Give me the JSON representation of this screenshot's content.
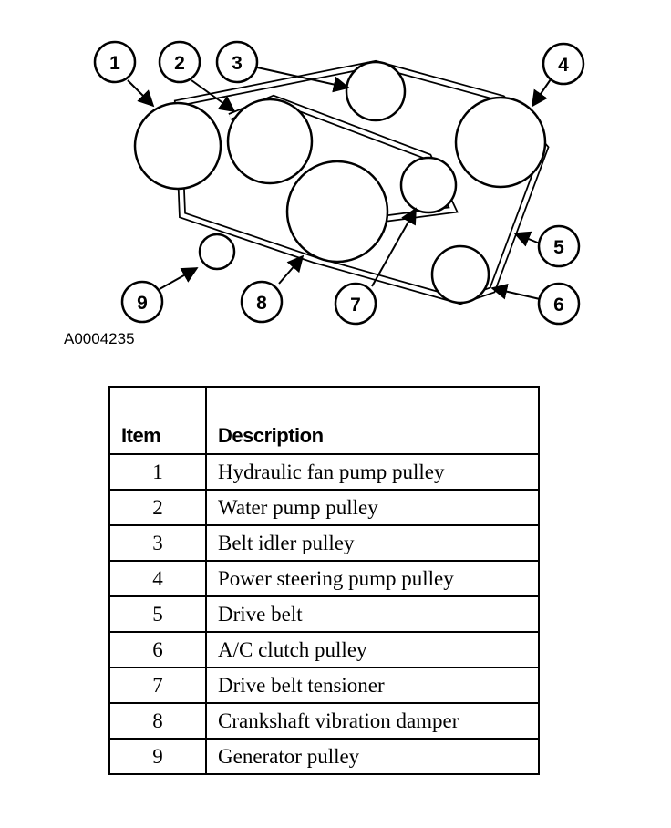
{
  "figure_id": "A0004235",
  "callouts": [
    "1",
    "2",
    "3",
    "4",
    "5",
    "6",
    "7",
    "8",
    "9"
  ],
  "table": {
    "headers": {
      "item": "Item",
      "description": "Description"
    },
    "rows": [
      {
        "item": "1",
        "description": "Hydraulic fan pump pulley"
      },
      {
        "item": "2",
        "description": "Water pump pulley"
      },
      {
        "item": "3",
        "description": "Belt idler pulley"
      },
      {
        "item": "4",
        "description": "Power steering pump pulley"
      },
      {
        "item": "5",
        "description": "Drive belt"
      },
      {
        "item": "6",
        "description": "A/C clutch pulley"
      },
      {
        "item": "7",
        "description": "Drive belt tensioner"
      },
      {
        "item": "8",
        "description": "Crankshaft vibration damper"
      },
      {
        "item": "9",
        "description": "Generator pulley"
      }
    ]
  }
}
